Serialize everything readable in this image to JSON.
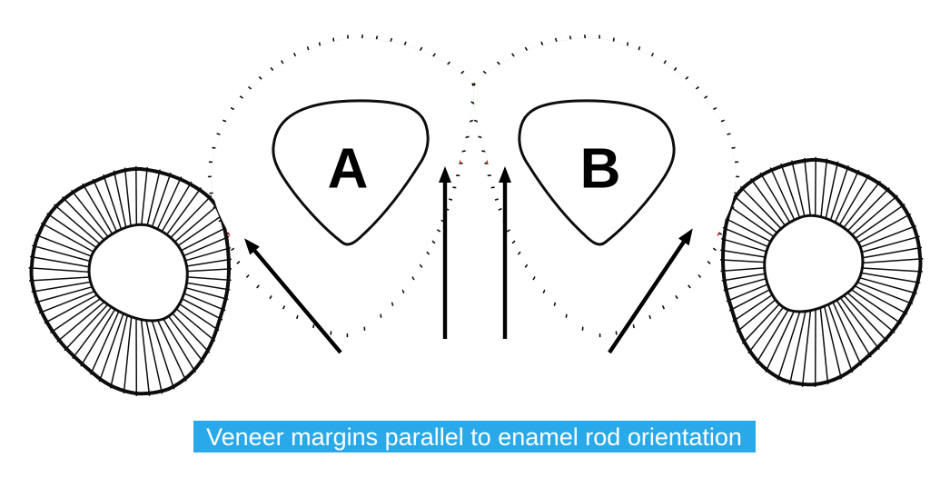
{
  "figure": {
    "type": "dental-cross-section-diagram",
    "caption": {
      "text": "Veneer margins parallel to enamel rod orientation",
      "bg_color": "#29a9e9",
      "text_color": "#ffffff"
    },
    "labels": {
      "tooth_a": "A",
      "tooth_b": "B"
    },
    "colors": {
      "veneer": "#4ccd31",
      "margin": "#e8240f",
      "outline": "#0d0d0d",
      "background": "#ffffff"
    },
    "teeth": [
      {
        "name": "tooth-far-left",
        "kind": "unprepared-cross-section"
      },
      {
        "name": "tooth-a",
        "kind": "prepared-cross-section-with-veneer-area"
      },
      {
        "name": "tooth-b",
        "kind": "prepared-cross-section-with-veneer-area"
      },
      {
        "name": "tooth-far-right",
        "kind": "unprepared-cross-section"
      }
    ],
    "arrows": [
      {
        "name": "arrow-to-margin-a-left"
      },
      {
        "name": "arrow-to-margin-a-interproximal"
      },
      {
        "name": "arrow-to-margin-b-interproximal"
      },
      {
        "name": "arrow-to-margin-b-right"
      }
    ]
  }
}
